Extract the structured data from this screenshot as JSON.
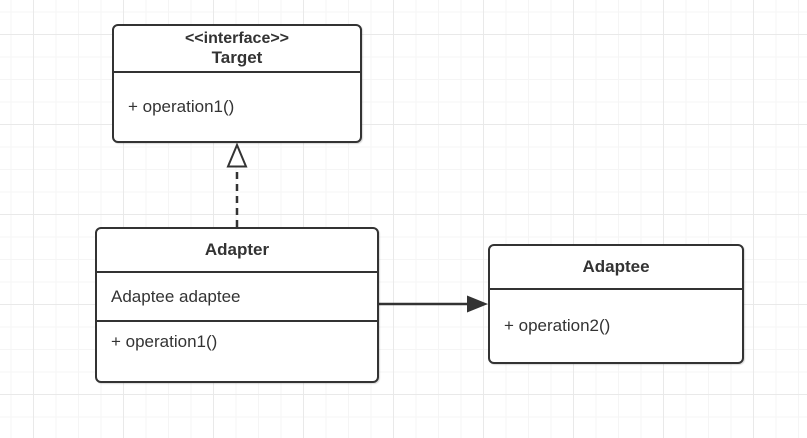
{
  "diagram": {
    "type": "uml-class-diagram",
    "nodes": [
      {
        "id": "target",
        "stereotype": "<<interface>>",
        "name": "Target",
        "attributes": [],
        "methods": [
          "+ operation1()"
        ]
      },
      {
        "id": "adapter",
        "stereotype": "",
        "name": "Adapter",
        "attributes": [
          "Adaptee adaptee"
        ],
        "methods": [
          "+ operation1()"
        ]
      },
      {
        "id": "adaptee",
        "stereotype": "",
        "name": "Adaptee",
        "attributes": [],
        "methods": [
          "+ operation2()"
        ]
      }
    ],
    "edges": [
      {
        "from": "adapter",
        "to": "target",
        "type": "realization",
        "line_style": "dashed",
        "arrowhead": "hollow-triangle"
      },
      {
        "from": "adapter",
        "to": "adaptee",
        "type": "association",
        "line_style": "solid",
        "arrowhead": "filled-triangle"
      }
    ],
    "colors": {
      "stroke": "#333333",
      "text": "#333333",
      "node_fill": "#ffffff",
      "canvas_background": "#ffffff",
      "grid_minor": "#f5f5f5",
      "grid_major": "#e9e9e9"
    }
  }
}
